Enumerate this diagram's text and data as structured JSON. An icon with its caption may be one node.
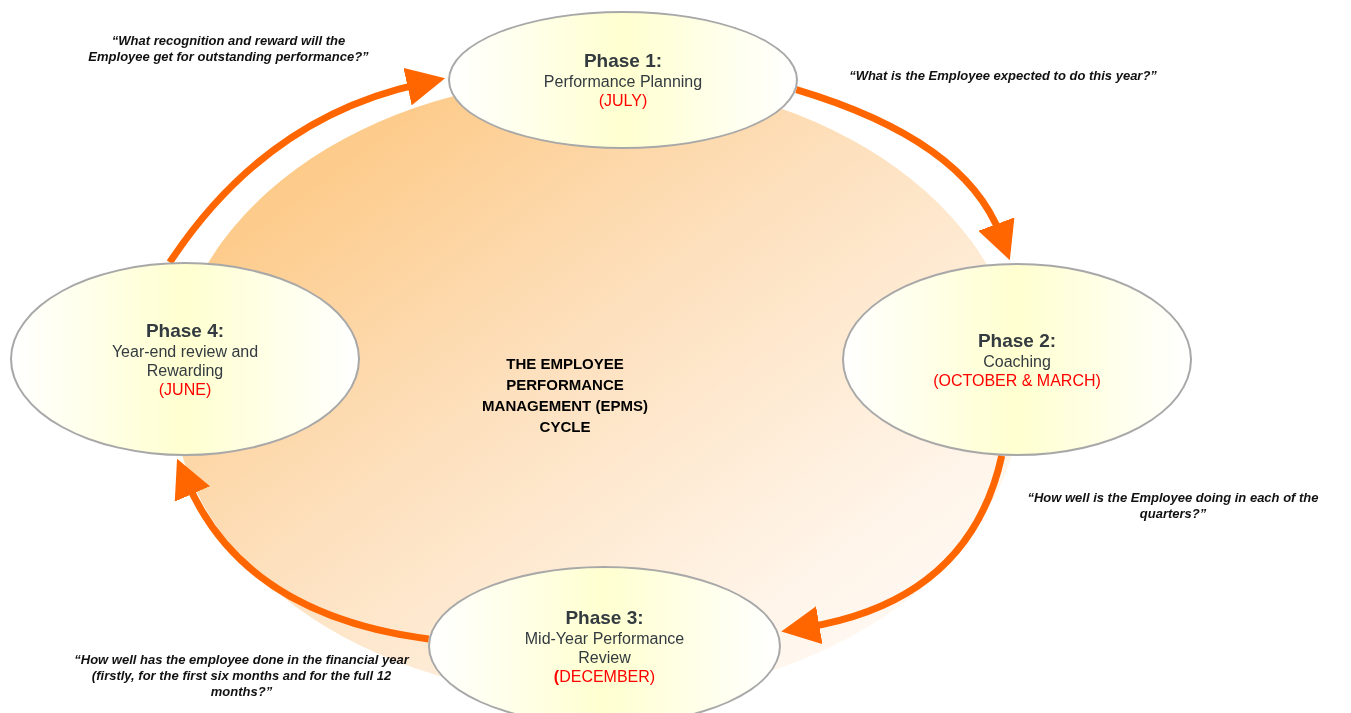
{
  "diagram": {
    "nodes": [
      {
        "text": [
          "Phase 1:",
          "Performance Planning",
          "(JULY)"
        ]
      },
      {
        "text": [
          "Phase 2:",
          "Coaching",
          "(OCTOBER & MARCH)"
        ]
      },
      {
        "text": [
          "Phase 3:",
          "Mid-Year Performance Review",
          "**(**DECEMBER)"
        ]
      },
      {
        "text": [
          "Phase 4:",
          "Year-end review and Rewarding",
          "(JUNE)"
        ]
      }
    ],
    "edges": [
      {
        "from": 0,
        "to": 1,
        "arrow": "to"
      },
      {
        "from": 1,
        "to": 2,
        "arrow": "to"
      },
      {
        "from": 2,
        "to": 3,
        "arrow": "to"
      },
      {
        "from": 3,
        "to": 0,
        "arrow": "to"
      }
    ],
    "labels": [
      "“What recognition and reward will the Employee get for outstanding performance?”",
      "“What is the Employee expected to do this year?”",
      "THE EMPLOYEE PERFORMANCE MANAGEMENT (EPMS) CYCLE",
      "“How well is the Employee doing in each of the quarters?”",
      "“How well has the employee done in the financial year (firstly, for the first six months and for the full 12 months?”"
    ]
  }
}
